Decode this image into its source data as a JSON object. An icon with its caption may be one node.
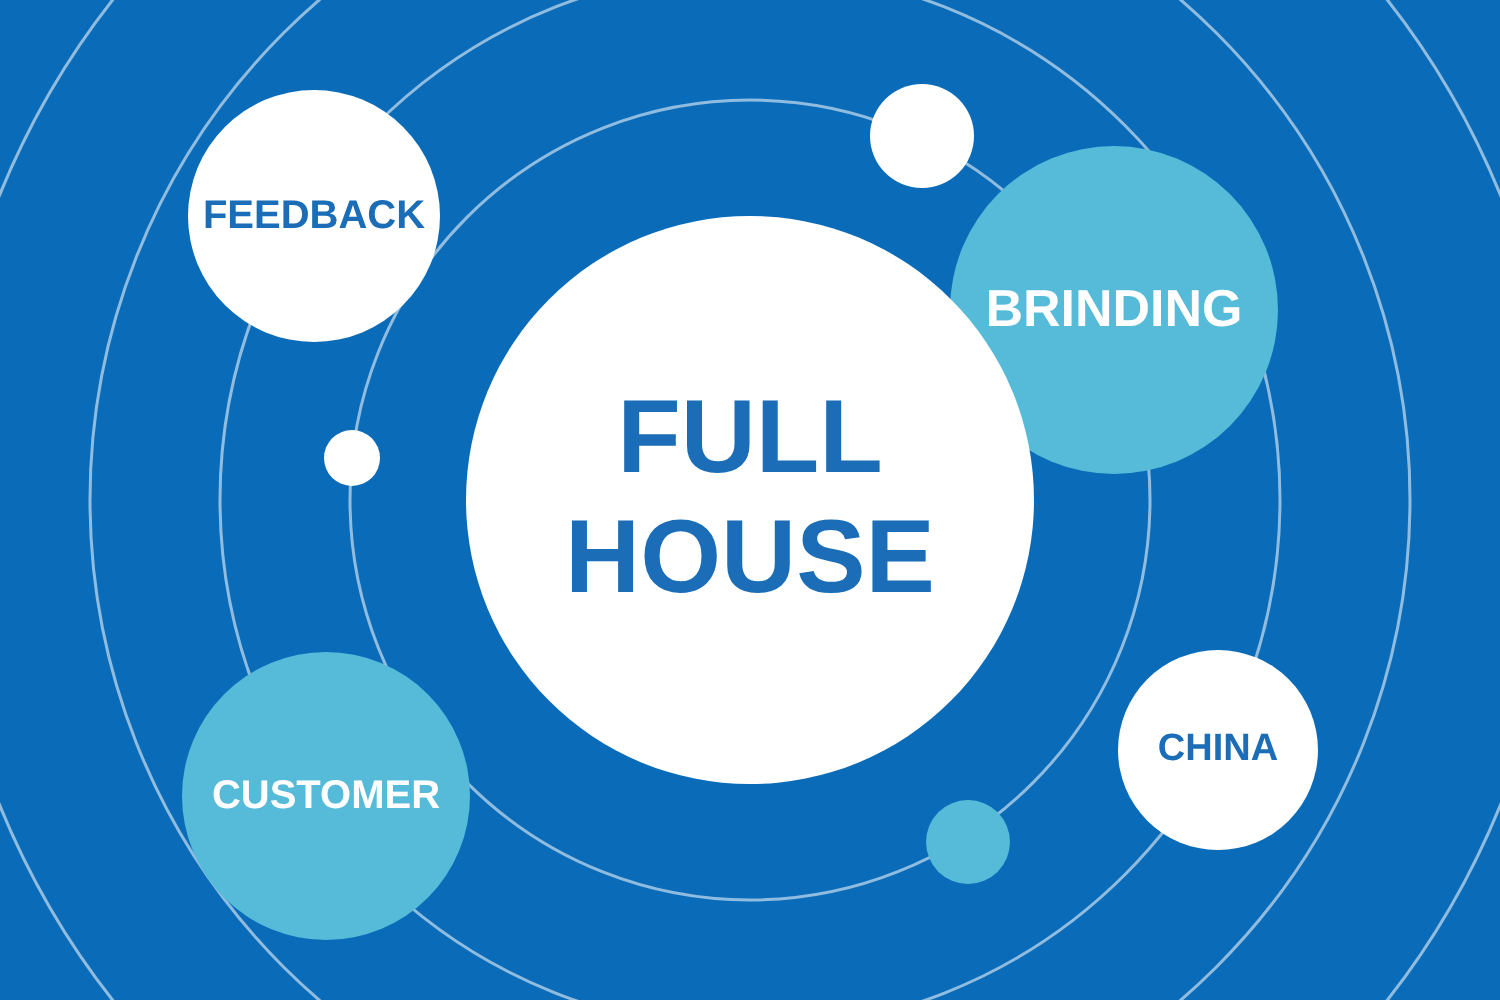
{
  "diagram": {
    "nodes": [
      {
        "text": [
          "FEEDBACK"
        ]
      },
      {
        "text": [],
        "shape": "circle"
      },
      {
        "text": [
          "BRINDING"
        ]
      },
      {
        "text": [],
        "shape": "circle"
      },
      {
        "text": [
          "FULL HOUSE"
        ]
      },
      {
        "text": [
          "CHINA"
        ]
      },
      {
        "text": [
          "CUSTOMER"
        ]
      },
      {
        "text": [],
        "shape": "circle"
      }
    ],
    "edges": []
  }
}
